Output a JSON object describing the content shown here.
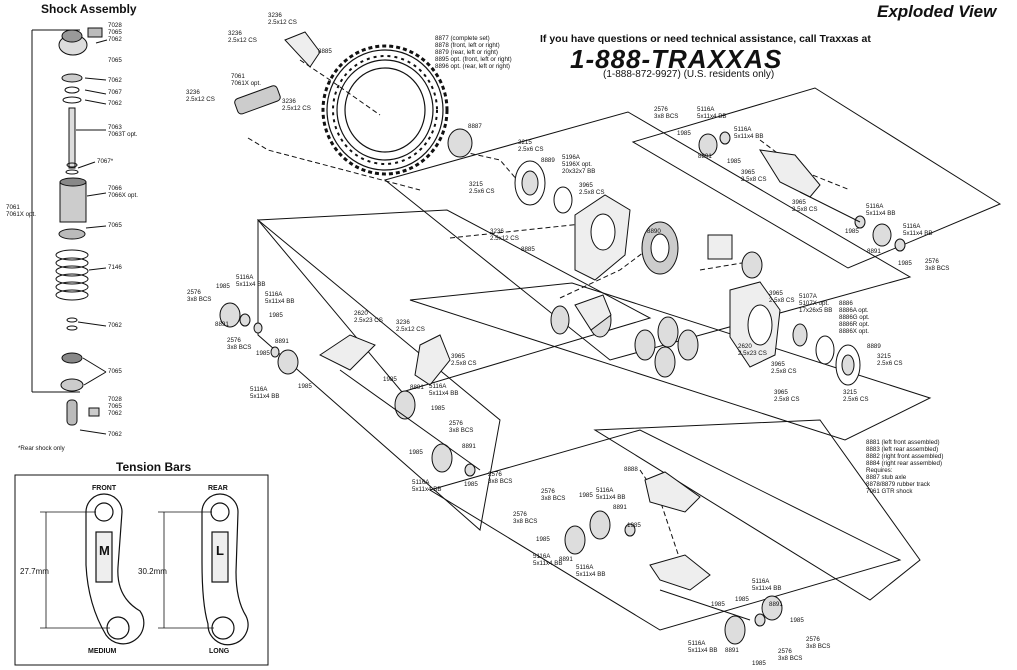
{
  "shock": {
    "title": "Shock Assembly",
    "labels": [
      "7028\n7065\n7062",
      "7065",
      "7062",
      "7067",
      "7062",
      "7063\n7063T opt.",
      "7067*",
      "7066\n7066X opt.",
      "7065",
      "7146",
      "7062",
      "7065",
      "7028\n7065\n7062",
      "7062",
      "7061\n7061X opt."
    ],
    "note": "*Rear shock only"
  },
  "tension": {
    "title": "Tension Bars",
    "front_label": "FRONT",
    "rear_label": "REAR",
    "medium_label": "MEDIUM",
    "long_label": "LONG",
    "medium_dim": "27.7mm",
    "long_dim": "30.2mm",
    "medium_letter": "M",
    "long_letter": "L"
  },
  "header": {
    "exploded": "Exploded View",
    "question": "If you have questions or need technical assistance, call Traxxas at",
    "phone": "1-888-TRAXXAS",
    "phone_alt": "(1-888-872-9927) (U.S. residents only)"
  },
  "track": {
    "labels": "8877 (complete set)\n8878 (front, left or right)\n8879 (rear, left or right)\n8895 opt. (front, left or right)\n8896 opt. (rear, left or right)"
  },
  "callouts": {
    "c3236a": "3236\n2.5x12 CS",
    "c3236b": "3236\n2.5x12 CS",
    "c3236c": "3236\n2.5x12 CS",
    "c3236d": "3236\n2.5x12 CS",
    "c3236e": "3236\n2.5x12 CS",
    "c8885a": "8885",
    "c8885b": "8885",
    "c7061": "7061\n7061X opt.",
    "c3236f": "3236\n2.5x12 CS",
    "c8887": "8887",
    "c3215a": "3215\n2.5x6 CS",
    "c8889a": "8889",
    "c5196": "5196A\n5196X opt.\n20x32x7 BB",
    "c3215b": "3215\n2.5x6 CS",
    "c3965a": "3965\n2.5x8 CS",
    "c8890": "8890",
    "c2576a": "2576\n3x8 BCS",
    "c5116a": "5116A\n5x11x4 BB",
    "c1985a": "1985",
    "c5116b": "5116A\n5x11x4 BB",
    "c8891a": "8891",
    "c1985b": "1985",
    "c3965b": "3965\n2.5x8 CS",
    "c3965c": "3965\n2.5x8 CS",
    "c5116c": "5116A\n5x11x4 BB",
    "c1985c": "1985",
    "c5116d": "5116A\n5x11x4 BB",
    "c8891b": "8891",
    "c1985d": "1985",
    "c2576b": "2576\n3x8 BCS",
    "c3965d": "3965\n2.5x8 CS",
    "c5107": "5107A\n5107X opt.\n17x26x5 BB",
    "c8886": "8886\n8886A opt.\n8886G opt.\n8886R opt.\n8886X opt.",
    "c2620a": "2620\n2.5x23 CS",
    "c8889b": "8889",
    "c3965e": "3965\n2.5x8 CS",
    "c3215c": "3215\n2.5x6 CS",
    "c3965f": "3965\n2.5x8 CS",
    "c3215d": "3215\n2.5x6 CS",
    "c2576c": "2576\n3x8 BCS",
    "c5116e": "5116A\n5x11x4 BB",
    "c1985e": "1985",
    "c5116f": "5116A\n5x11x4 BB",
    "c8891c": "8891",
    "c1985f": "1985",
    "c2576d": "2576\n3x8 BCS",
    "c1985g": "1985",
    "c8891d": "8891",
    "c5116g": "5116A\n5x11x4 BB",
    "c2620b": "2620\n2.5x23 CS",
    "c3236g": "3236\n2.5x12 CS",
    "c1985h": "1985",
    "c3965g": "3965\n2.5x8 CS",
    "c8891e": "8891",
    "c5116h": "5116A\n5x11x4 BB",
    "c1985i": "1985",
    "c2576e": "2576\n3x8 BCS",
    "c8891f": "8891",
    "c1985j": "1985",
    "c5116i": "5116A\n5x11x4 BB",
    "c1985k": "1985",
    "c2576f": "2576\n3x8 BCS",
    "c8888": "8888",
    "c2576g": "2576\n3x8 BCS",
    "c1985l": "1985",
    "c5116j": "5116A\n5x11x4 BB",
    "c8891g": "8891",
    "c2576h": "2576\n3x8 BCS",
    "c1985m": "1985",
    "c1985n": "1985",
    "c8891h": "8891",
    "c5116k": "5116A\n5x11x4 BB",
    "c5116l": "5116A\n5x11x4 BB",
    "c1985o": "1985",
    "c5116m": "5116A\n5x11x4 BB",
    "c8891i": "8891",
    "c1985p": "1985",
    "c2576i": "2576\n3x8 BCS",
    "c5116n": "5116A\n5x11x4 BB",
    "c8891j": "8891",
    "c1985q": "1985",
    "c2576j": "2576\n3x8 BCS"
  },
  "assembled": "8881 (left front assembled)\n8883 (left rear assembled)\n8882 (right front assembled)\n8884 (right rear assembled)\nRequires:\n8887 stub axle\n8878/8879 rubber track\n7061 GTR shock"
}
